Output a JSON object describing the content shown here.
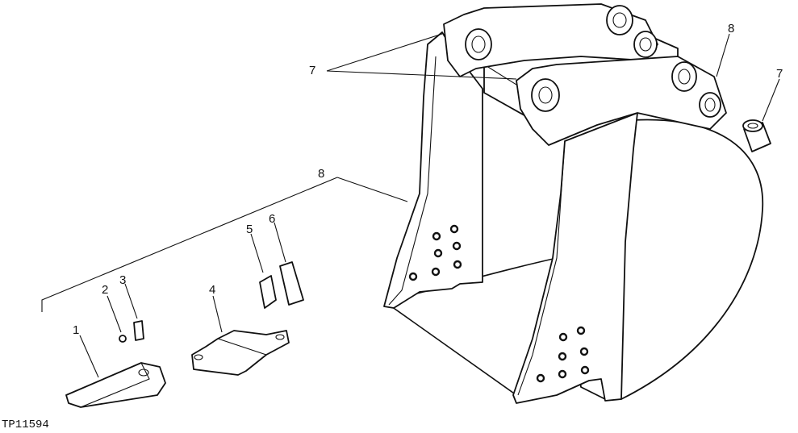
{
  "figure_code": "TP11594",
  "callouts": {
    "c1": "1",
    "c2": "2",
    "c3": "3",
    "c4": "4",
    "c5": "5",
    "c6": "6",
    "c7_left": "7",
    "c7_right": "7",
    "c8_top": "8",
    "c8_left": "8"
  },
  "colors": {
    "ink": "#111111",
    "paper": "#ffffff"
  }
}
